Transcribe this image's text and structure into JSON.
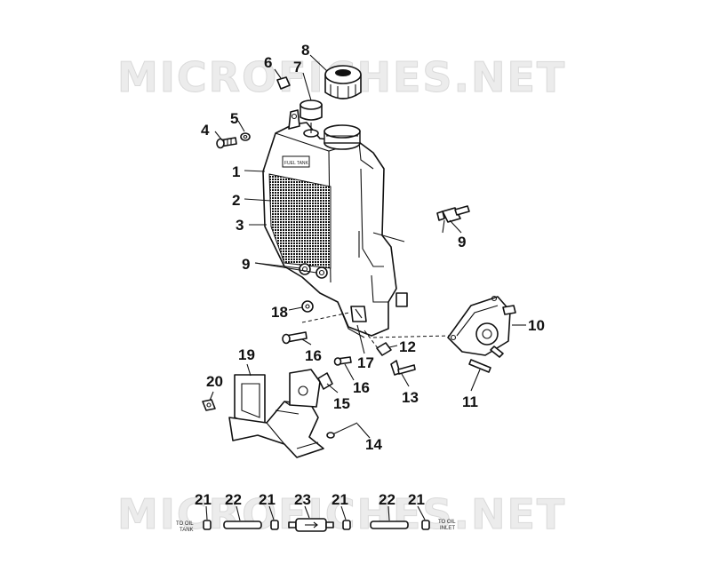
{
  "watermark": "MICROFICHES.NET",
  "callouts": {
    "c1": "1",
    "c2": "2",
    "c3": "3",
    "c4": "4",
    "c5": "5",
    "c6": "6",
    "c7": "7",
    "c8": "8",
    "c9a": "9",
    "c9b": "9",
    "c10": "10",
    "c11": "11",
    "c12": "12",
    "c13": "13",
    "c14": "14",
    "c15": "15",
    "c16a": "16",
    "c16b": "16",
    "c17": "17",
    "c18": "18",
    "c19": "19",
    "c20": "20",
    "c21a": "21",
    "c21b": "21",
    "c21c": "21",
    "c21d": "21",
    "c22a": "22",
    "c22b": "22",
    "c23": "23"
  },
  "tank_label": "FUEL TANK",
  "hose_labels": {
    "left_line1": "TO OIL",
    "left_line2": "TANK",
    "right_line1": "TO OIL",
    "right_line2": "INLET"
  }
}
